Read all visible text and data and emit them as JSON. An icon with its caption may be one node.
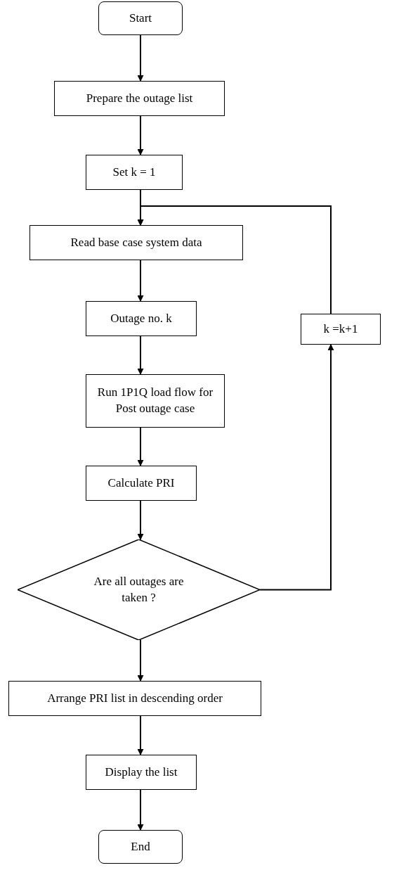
{
  "diagram": {
    "nodes": [
      {
        "text": [
          "Start"
        ]
      },
      {
        "text": [
          "Prepare the outage list"
        ]
      },
      {
        "text": [
          "Set k = 1"
        ]
      },
      {
        "text": [
          "Read base case system data"
        ]
      },
      {
        "text": [
          "Outage no. k"
        ]
      },
      {
        "text": [
          "Run 1P1Q load flow for Post outage case"
        ]
      },
      {
        "text": [
          "Calculate PRI"
        ]
      },
      {
        "text": [
          "Are all outages are taken ?"
        ]
      },
      {
        "text": [
          "k =k+1"
        ]
      },
      {
        "text": [
          "Arrange PRI list in descending order"
        ]
      },
      {
        "text": [
          "Display the list"
        ]
      },
      {
        "text": [
          "End"
        ]
      }
    ],
    "edges": [
      {
        "from": 0,
        "to": 1,
        "arrow": "to"
      },
      {
        "from": 1,
        "to": 2,
        "arrow": "to"
      },
      {
        "from": 2,
        "to": 3,
        "arrow": "to"
      },
      {
        "from": 3,
        "to": 4,
        "arrow": "to"
      },
      {
        "from": 4,
        "to": 5,
        "arrow": "to"
      },
      {
        "from": 5,
        "to": 6,
        "arrow": "to"
      },
      {
        "from": 6,
        "to": 7,
        "arrow": "to"
      },
      {
        "from": 7,
        "to": 8,
        "arrow": "to"
      },
      {
        "from": 8,
        "to": 3,
        "arrow": "to"
      },
      {
        "from": 7,
        "to": 9,
        "arrow": "to"
      },
      {
        "from": 9,
        "to": 10,
        "arrow": "to"
      },
      {
        "from": 10,
        "to": 11,
        "arrow": "to"
      }
    ]
  }
}
